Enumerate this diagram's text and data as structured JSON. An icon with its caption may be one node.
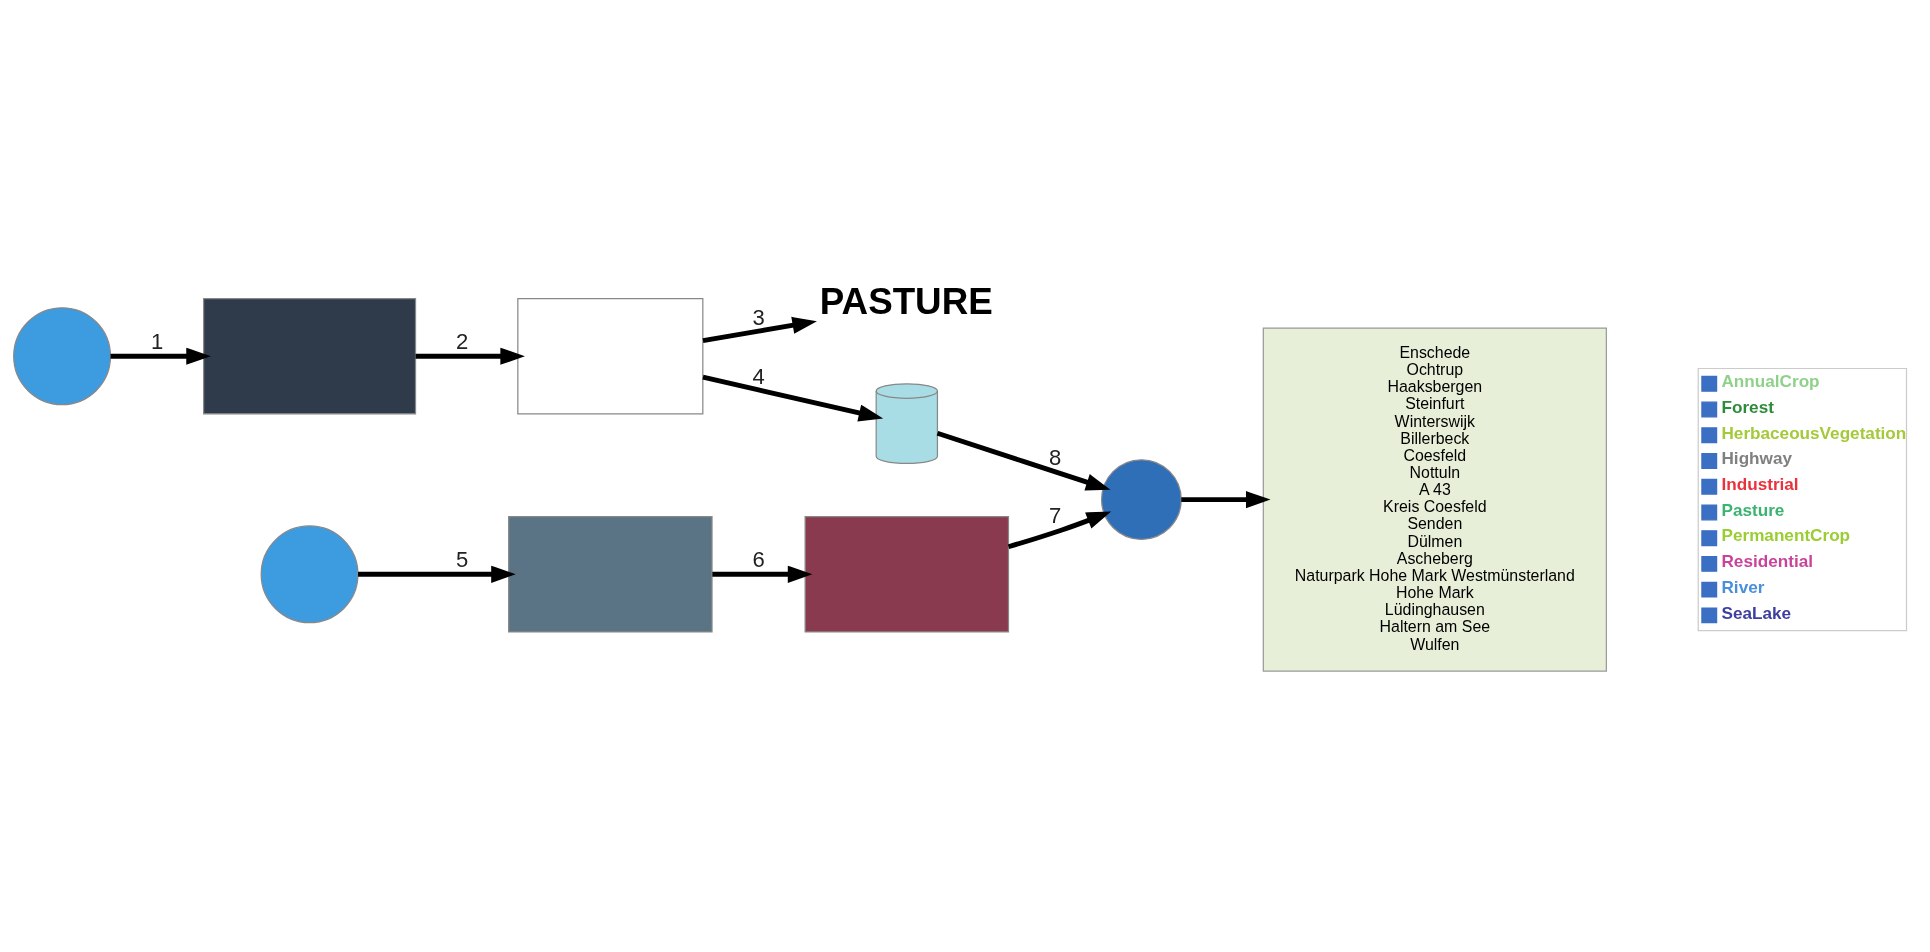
{
  "diagram": {
    "nodes": [
      {
        "text": [],
        "shape": "circle"
      },
      {
        "text": [],
        "shape": "box"
      },
      {
        "text": [],
        "shape": "box"
      },
      {
        "text": [
          "PASTURE"
        ]
      },
      {
        "text": [],
        "shape": "cylinder"
      },
      {
        "text": [],
        "shape": "circle"
      },
      {
        "text": [],
        "shape": "box"
      },
      {
        "text": [],
        "shape": "box"
      },
      {
        "text": [],
        "shape": "circle"
      },
      {
        "text": [
          "Enschede",
          "Ochtrup",
          "Haaksbergen",
          "Steinfurt",
          "Winterswijk",
          "Billerbeck",
          "Coesfeld",
          "Nottuln",
          "A 43",
          "Kreis Coesfeld",
          "Senden",
          "Dülmen",
          "Ascheberg",
          "Naturpark Hohe Mark Westmünsterland",
          "Hohe Mark",
          "Lüdinghausen",
          "Haltern am See",
          "Wulfen"
        ]
      }
    ],
    "edges": [
      {
        "from": 0,
        "to": 1,
        "arrow": "to",
        "label": "1"
      },
      {
        "from": 1,
        "to": 2,
        "arrow": "to",
        "label": "2"
      },
      {
        "from": 2,
        "to": 3,
        "arrow": "to",
        "label": "3"
      },
      {
        "from": 2,
        "to": 4,
        "arrow": "to",
        "label": "4"
      },
      {
        "from": 5,
        "to": 6,
        "arrow": "to",
        "label": "5"
      },
      {
        "from": 6,
        "to": 7,
        "arrow": "to",
        "label": "6"
      },
      {
        "from": 7,
        "to": 8,
        "arrow": "to",
        "label": "7"
      },
      {
        "from": 4,
        "to": 8,
        "arrow": "to",
        "label": "8"
      },
      {
        "from": 8,
        "to": 9,
        "arrow": "to"
      }
    ],
    "legend": [
      {
        "text": "AnnualCrop",
        "color": "#8fd18a"
      },
      {
        "text": "Forest",
        "color": "#2e8b3a"
      },
      {
        "text": "HerbaceousVegetation",
        "color": "#a4c93a"
      },
      {
        "text": "Highway",
        "color": "#808080"
      },
      {
        "text": "Industrial",
        "color": "#e8323c"
      },
      {
        "text": "Pasture",
        "color": "#3cb371"
      },
      {
        "text": "PermanentCrop",
        "color": "#9acd32"
      },
      {
        "text": "Residential",
        "color": "#c8449a"
      },
      {
        "text": "River",
        "color": "#4a90d9"
      },
      {
        "text": "SeaLake",
        "color": "#3f3f9f"
      }
    ]
  }
}
